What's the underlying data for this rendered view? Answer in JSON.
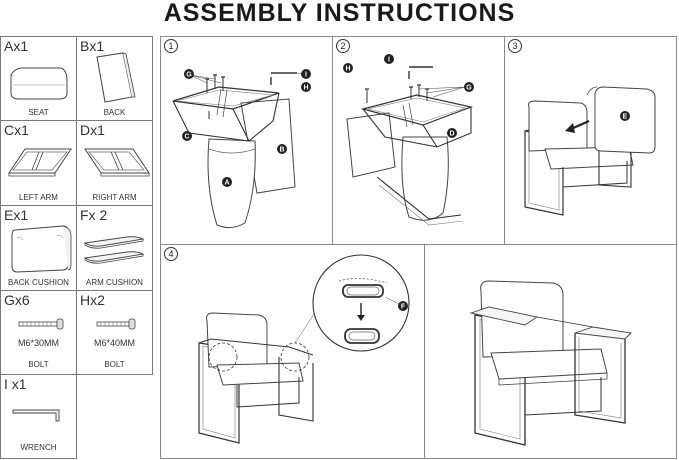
{
  "title": "ASSEMBLY INSTRUCTIONS",
  "parts": [
    {
      "code": "Ax1",
      "label": "SEAT"
    },
    {
      "code": "Bx1",
      "label": "BACK"
    },
    {
      "code": "Cx1",
      "label": "LEFT ARM"
    },
    {
      "code": "Dx1",
      "label": "RIGHT ARM"
    },
    {
      "code": "Ex1",
      "label": "BACK CUSHION"
    },
    {
      "code": "Fx 2",
      "label": "ARM CUSHION"
    },
    {
      "code": "Gx6",
      "size": "M6*30MM",
      "label": "BOLT"
    },
    {
      "code": "Hx2",
      "size": "M6*40MM",
      "label": "BOLT"
    },
    {
      "code": "I x1",
      "label": "WRENCH"
    }
  ],
  "steps": [
    {
      "number": "1",
      "callouts": [
        "G",
        "I",
        "H",
        "C",
        "B",
        "A"
      ]
    },
    {
      "number": "2",
      "callouts": [
        "H",
        "I",
        "G",
        "D"
      ]
    },
    {
      "number": "3",
      "callouts": [
        "E"
      ]
    },
    {
      "number": "4",
      "callouts": [
        "F"
      ]
    }
  ]
}
